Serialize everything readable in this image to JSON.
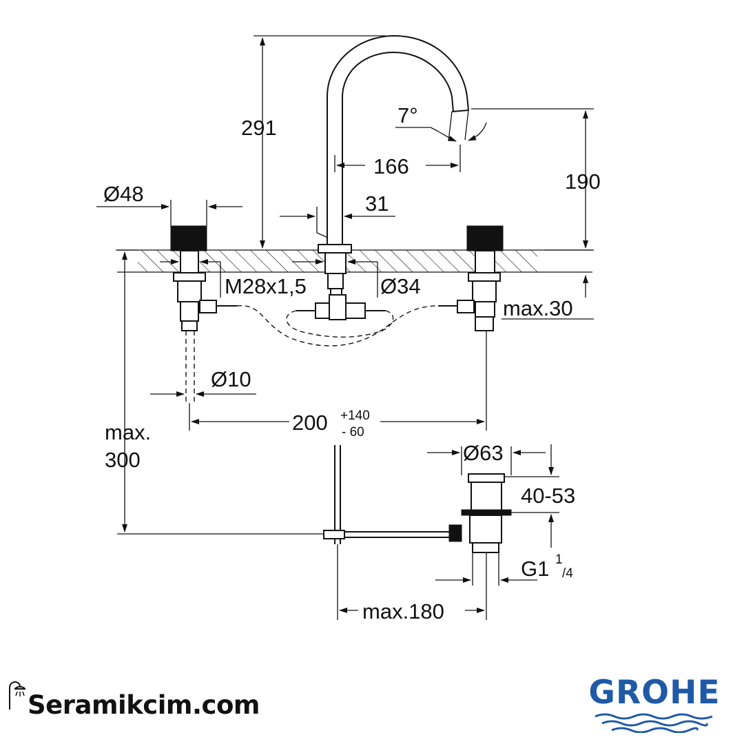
{
  "colors": {
    "line": "#111111",
    "brand_blue": "#1f5aa6",
    "background": "#ffffff"
  },
  "dimensions": {
    "d48": "Ø48",
    "h291": "291",
    "angle7": "7°",
    "w166": "166",
    "h190": "190",
    "w31": "31",
    "thread": "M28x1,5",
    "d34": "Ø34",
    "max30": "max.30",
    "d10": "Ø10",
    "w200_main": "200",
    "w200_plus": "+140",
    "w200_minus": "- 60",
    "max300_a": "max.",
    "max300_b": "300",
    "d63": "Ø63",
    "h40_53": "40-53",
    "g_main": "G1",
    "g_num": "1",
    "g_den": "/4",
    "max180": "max.180"
  },
  "branding": {
    "site": "Seramikcim.com",
    "site_icon": "shower-head-icon",
    "logo": "GROHE"
  }
}
